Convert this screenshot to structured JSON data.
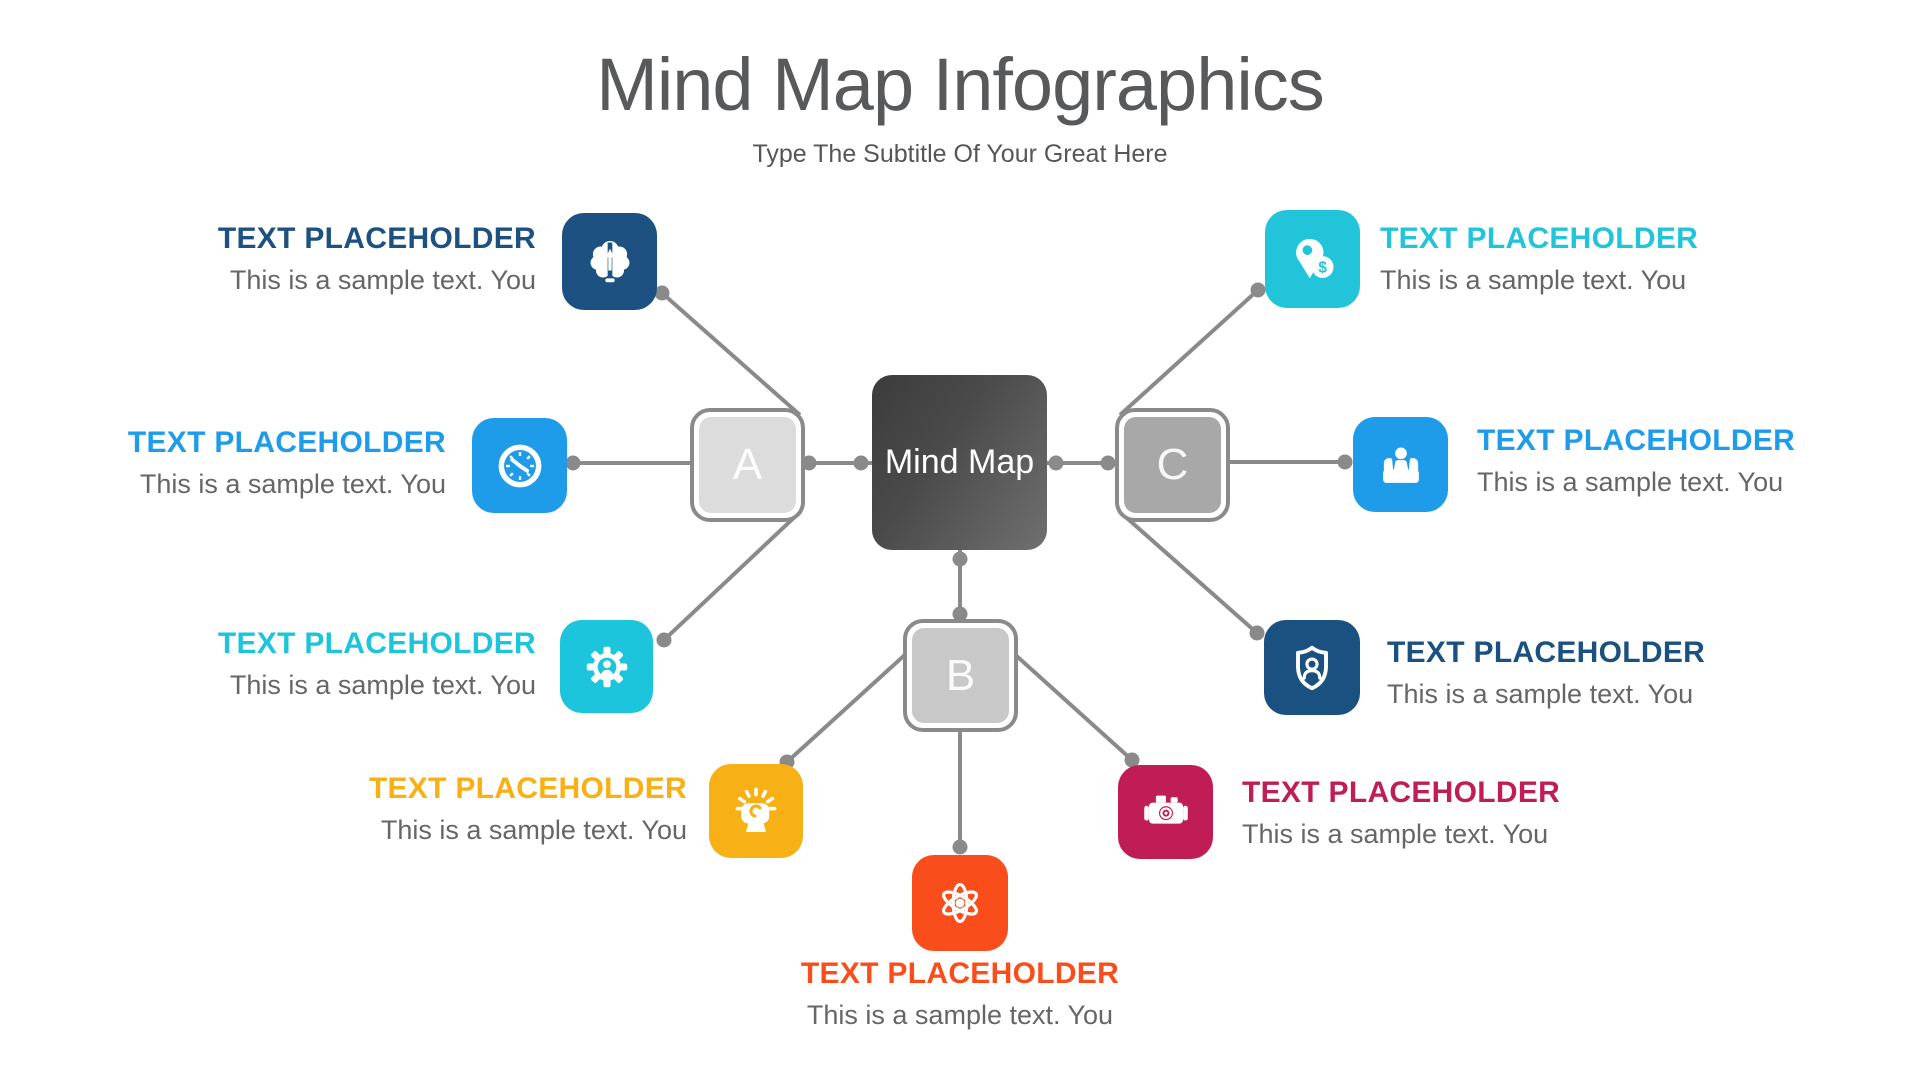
{
  "header": {
    "title": "Mind Map Infographics",
    "subtitle": "Type The Subtitle Of Your Great Here"
  },
  "center": {
    "label": "Mind Map"
  },
  "branches": {
    "a": {
      "label": "A",
      "fill": "#dcdcdc"
    },
    "b": {
      "label": "B",
      "fill": "#c8c8c8"
    },
    "c": {
      "label": "C",
      "fill": "#a8a8a8"
    }
  },
  "nodes": [
    {
      "id": "brain",
      "icon": "brain-arrow-icon",
      "title": "TEXT PLACEHOLDER",
      "body": "This is a sample text. You",
      "color": "#1d5181"
    },
    {
      "id": "clock",
      "icon": "clock-icon",
      "title": "TEXT PLACEHOLDER",
      "body": "This is a sample text. You",
      "color": "#1f9ce9"
    },
    {
      "id": "gear",
      "icon": "gear-person-icon",
      "title": "TEXT PLACEHOLDER",
      "body": "This is a sample text. You",
      "color": "#1cc5db"
    },
    {
      "id": "idea",
      "icon": "idea-fist-icon",
      "title": "TEXT PLACEHOLDER",
      "body": "This is a sample text. You",
      "color": "#f7b015"
    },
    {
      "id": "atom",
      "icon": "atom-icon",
      "title": "TEXT PLACEHOLDER",
      "body": "This is a sample text. You",
      "color": "#f94d1c"
    },
    {
      "id": "machine",
      "icon": "machine-icon",
      "title": "TEXT PLACEHOLDER",
      "body": "This is a sample text. You",
      "color": "#c01d56"
    },
    {
      "id": "shield",
      "icon": "shield-person-icon",
      "title": "TEXT PLACEHOLDER",
      "body": "This is a sample text. You",
      "color": "#1b5180"
    },
    {
      "id": "podium",
      "icon": "podium-people-icon",
      "title": "TEXT PLACEHOLDER",
      "body": "This is a sample text. You",
      "color": "#1f9ce9"
    },
    {
      "id": "pin",
      "icon": "money-pin-icon",
      "title": "TEXT PLACEHOLDER",
      "body": "This is a sample text. You",
      "color": "#22c4da"
    }
  ],
  "colors": {
    "connector": "#8a8a8a",
    "heading_text": "#58595b",
    "subtitle_text": "#565656",
    "body_text": "#666666",
    "center_gradient_start": "#3c3c3c",
    "center_gradient_end": "#707070"
  }
}
